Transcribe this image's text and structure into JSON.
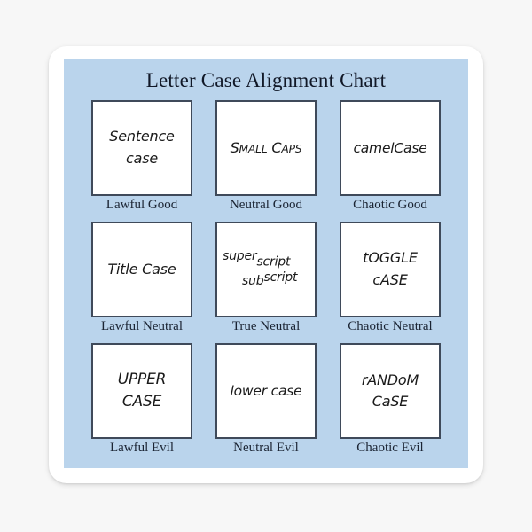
{
  "poster": {
    "title": "Letter Case Alignment Chart",
    "background_color": "#f7f7f7",
    "sticker_color": "#ffffff",
    "panel_color": "#bad4ec",
    "box_border_color": "#3f4a5a",
    "text_color": "#1a1a1a",
    "label_color": "#1b2433"
  },
  "chart_data": {
    "type": "table",
    "title": "Letter Case Alignment Chart",
    "columns": [
      "Lawful",
      "Neutral",
      "Chaotic"
    ],
    "rows": [
      "Good",
      "Neutral",
      "Evil"
    ],
    "cells": [
      {
        "alignment": "Lawful Good",
        "sample": "Sentence\ncase",
        "style": "sentence-case"
      },
      {
        "alignment": "Neutral Good",
        "sample": "SMALL CAPS",
        "style": "small-caps"
      },
      {
        "alignment": "Chaotic Good",
        "sample": "camelCase",
        "style": "camel-case"
      },
      {
        "alignment": "Lawful Neutral",
        "sample": "Title Case",
        "style": "title-case"
      },
      {
        "alignment": "True Neutral",
        "sample": "superscript subscript",
        "style": "super-sub-script"
      },
      {
        "alignment": "Chaotic Neutral",
        "sample": "tOGGLE\ncASE",
        "style": "toggle-case"
      },
      {
        "alignment": "Lawful Evil",
        "sample": "UPPER\nCASE",
        "style": "upper-case"
      },
      {
        "alignment": "Neutral Evil",
        "sample": "lower case",
        "style": "lower-case"
      },
      {
        "alignment": "Chaotic Evil",
        "sample": "rANDoM\nCaSE",
        "style": "random-case"
      }
    ],
    "smallcaps_parts": {
      "c1": "S",
      "p1": "MALL",
      "c2": "C",
      "p2": "APS"
    },
    "script_parts": {
      "super": "super",
      "super_tail": "script",
      "sub": "sub",
      "sub_tail": "script"
    }
  }
}
